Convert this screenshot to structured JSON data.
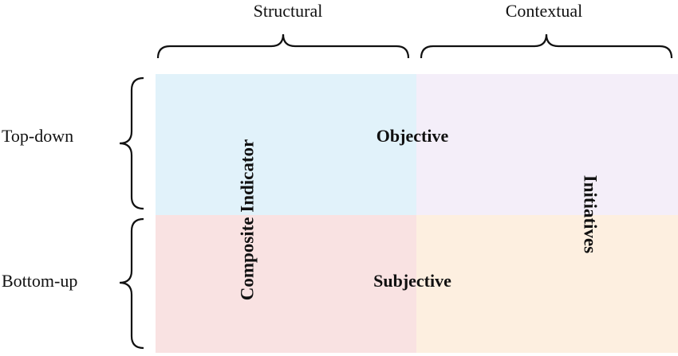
{
  "columns": {
    "structural": "Structural",
    "contextual": "Contextual"
  },
  "rows": {
    "top_down": "Top-down",
    "bottom_up": "Bottom-up"
  },
  "center_labels": {
    "objective": "Objective",
    "subjective": "Subjective"
  },
  "axis_labels": {
    "composite_indicator": "Composite Indicator",
    "initiatives": "Initiatives"
  },
  "colors": {
    "top_left": "#e1f2fa",
    "top_right": "#f4eef9",
    "bottom_left": "#f9e2e2",
    "bottom_right": "#fdefe0"
  }
}
